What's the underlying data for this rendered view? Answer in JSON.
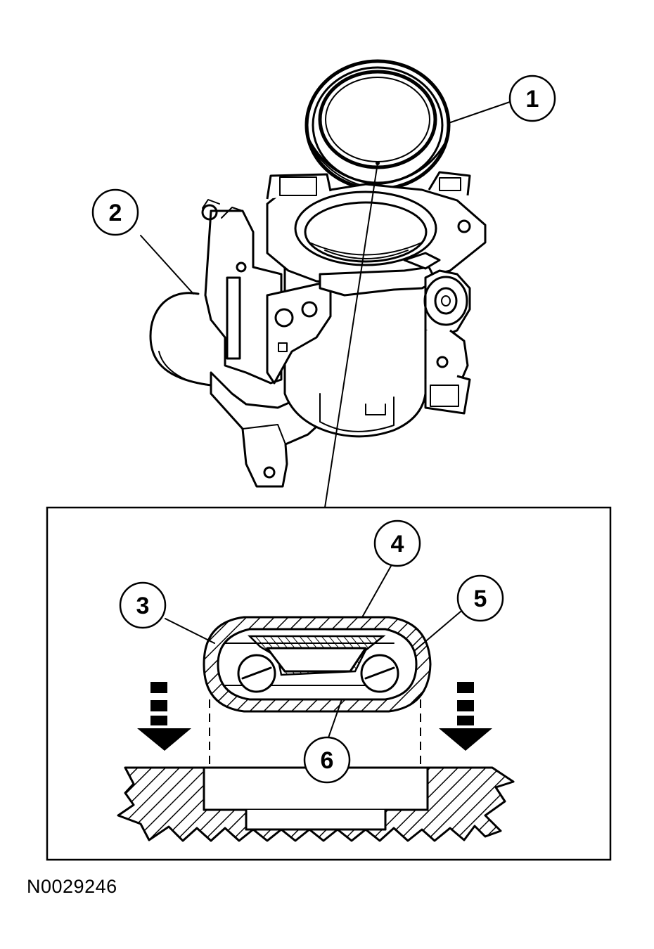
{
  "figure": {
    "reference_code": "N0029246",
    "callouts": [
      {
        "id": "1",
        "label": "1"
      },
      {
        "id": "2",
        "label": "2"
      },
      {
        "id": "3",
        "label": "3"
      },
      {
        "id": "4",
        "label": "4"
      },
      {
        "id": "5",
        "label": "5"
      },
      {
        "id": "6",
        "label": "6"
      }
    ]
  }
}
